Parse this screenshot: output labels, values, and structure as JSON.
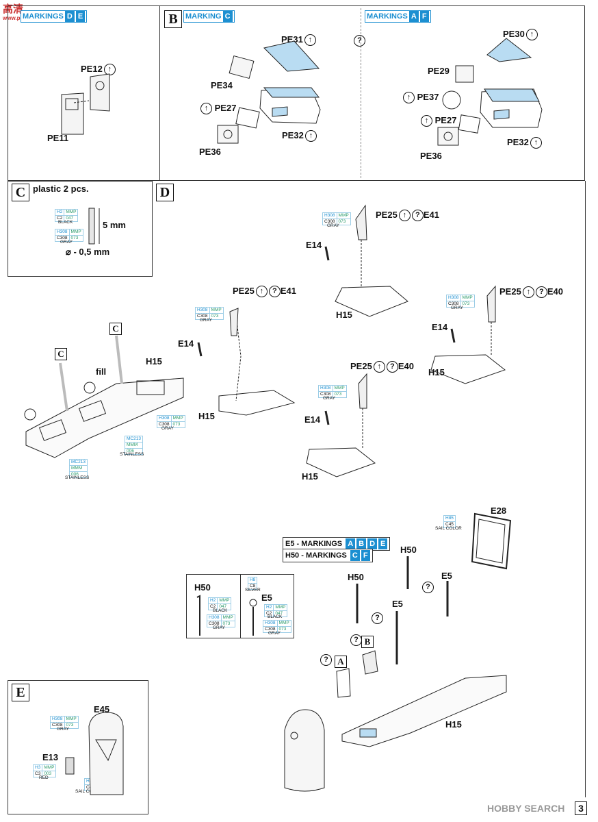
{
  "watermark": {
    "site": "高清",
    "url": "www.ppsk.com"
  },
  "top": {
    "left": {
      "marking": "MARKINGS",
      "letters": [
        "D",
        "E"
      ],
      "labels": {
        "pe12": "PE12",
        "pe11": "PE11"
      }
    },
    "mid": {
      "step": "B",
      "marking": "MARKING",
      "letters": [
        "C"
      ],
      "labels": {
        "pe31": "PE31",
        "pe34": "PE34",
        "pe27": "PE27",
        "pe32": "PE32",
        "pe36": "PE36"
      }
    },
    "right": {
      "marking": "MARKINGS",
      "letters": [
        "A",
        "F"
      ],
      "labels": {
        "pe30": "PE30",
        "pe29": "PE29",
        "pe37": "PE37",
        "pe27": "PE27",
        "pe32": "PE32",
        "pe36": "PE36"
      }
    }
  },
  "step_c": {
    "letter": "C",
    "title": "plastic   2 pcs.",
    "paint1": [
      "H2",
      "MMP",
      "C2",
      "047",
      "BLACK"
    ],
    "paint2": [
      "H308",
      "MMP",
      "C308",
      "073",
      "GRAY"
    ],
    "length": "5 mm",
    "diameter": "⌀ - 0,5 mm"
  },
  "step_d": {
    "letter": "D",
    "labels": {
      "c1": "C",
      "c2": "C",
      "fill": "fill",
      "h15": "H15",
      "pe25": "PE25",
      "e41": "E41",
      "e40": "E40",
      "e14": "E14"
    },
    "stainless": [
      "MC213",
      "MMM",
      "006",
      "STAINLESS"
    ],
    "gray": [
      "H308",
      "MMP",
      "C308",
      "073",
      "GRAY"
    ]
  },
  "markings_bar": {
    "e5": "E5 - MARKINGS",
    "e5_letters": [
      "A",
      "B",
      "D",
      "E"
    ],
    "h50": "H50 - MARKINGS",
    "h50_letters": [
      "C",
      "F"
    ]
  },
  "detail": {
    "h50": "H50",
    "e5": "E5",
    "black": [
      "H2",
      "MMP",
      "C2",
      "047",
      "BLACK"
    ],
    "gray": [
      "H308",
      "MMP",
      "C308",
      "073",
      "GRAY"
    ],
    "silver": [
      "H8",
      "C8",
      "SILVER"
    ]
  },
  "lower": {
    "e28": "E28",
    "sail": [
      "H85",
      "C45",
      "SAIL COLOR"
    ],
    "h50": "H50",
    "e5": "E5",
    "a": "A",
    "b": "B",
    "e": "E",
    "h15": "H15",
    "q": "?"
  },
  "step_e": {
    "letter": "E",
    "e45": "E45",
    "e13": "E13",
    "gray": [
      "H308",
      "MMP",
      "C308",
      "073",
      "GRAY"
    ],
    "red": [
      "H3",
      "MMP",
      "C3",
      "003",
      "RED"
    ],
    "sail": [
      "H85",
      "C45",
      "SAIL COLOR"
    ]
  },
  "footer": {
    "brand": "HOBBY SEARCH",
    "page": "3"
  }
}
